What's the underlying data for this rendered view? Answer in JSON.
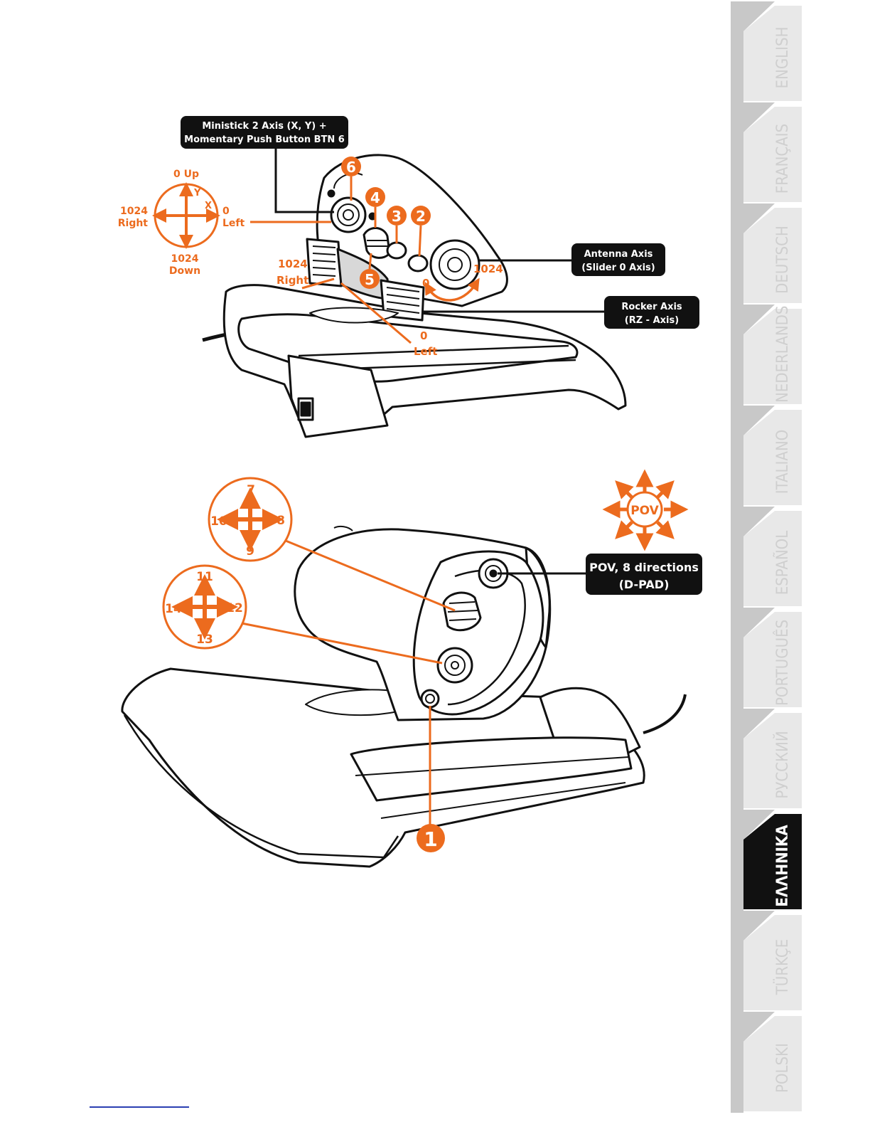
{
  "language_tabs": [
    {
      "label": "ENGLISH",
      "active": false
    },
    {
      "label": "FRANÇAIS",
      "active": false
    },
    {
      "label": "DEUTSCH",
      "active": false
    },
    {
      "label": "NEDERLANDS",
      "active": false
    },
    {
      "label": "ITALIANO",
      "active": false
    },
    {
      "label": "ESPAÑOL",
      "active": false
    },
    {
      "label": "PORTUGUÊS",
      "active": false
    },
    {
      "label": "РУССКИЙ",
      "active": false
    },
    {
      "label": "ΕΛΛΗΝΙΚΑ",
      "active": true
    },
    {
      "label": "TÜRKÇE",
      "active": false
    },
    {
      "label": "POLSKI",
      "active": false
    }
  ],
  "top_diagram": {
    "ministick_callout": [
      "Ministick 2 Axis (X, Y) +",
      "Momentary Push Button BTN 6"
    ],
    "antenna_callout": [
      "Antenna Axis",
      "(Slider 0 Axis)"
    ],
    "rocker_callout": [
      "Rocker Axis",
      "(RZ - Axis)"
    ],
    "ministick_axes": {
      "up": "0 Up",
      "y": "Y",
      "x": "X",
      "left_value": "0",
      "left_label": "Left",
      "right_value": "1024",
      "right_label": "Right",
      "down_value": "1024",
      "down_label": "Down"
    },
    "rocker_right_value": "1024",
    "rocker_right_label": "Right",
    "rocker_left_value": "0",
    "rocker_left_label": "Left",
    "antenna_min": "0",
    "antenna_max": "1024",
    "button_badges": [
      "6",
      "4",
      "3",
      "2",
      "5"
    ]
  },
  "bottom_diagram": {
    "hat_upper": {
      "up": "7",
      "right": "8",
      "down": "9",
      "left": "10"
    },
    "hat_lower": {
      "up": "11",
      "right": "12",
      "down": "13",
      "left": "14"
    },
    "pov_label": "POV",
    "pov_callout": [
      "POV, 8 directions",
      "(D-PAD)"
    ],
    "button_badge": "1"
  },
  "colors": {
    "accent": "#ec6b1e",
    "callout_bg": "#111111",
    "tab_inactive": "#e8e8e8",
    "tab_active": "#111111"
  }
}
